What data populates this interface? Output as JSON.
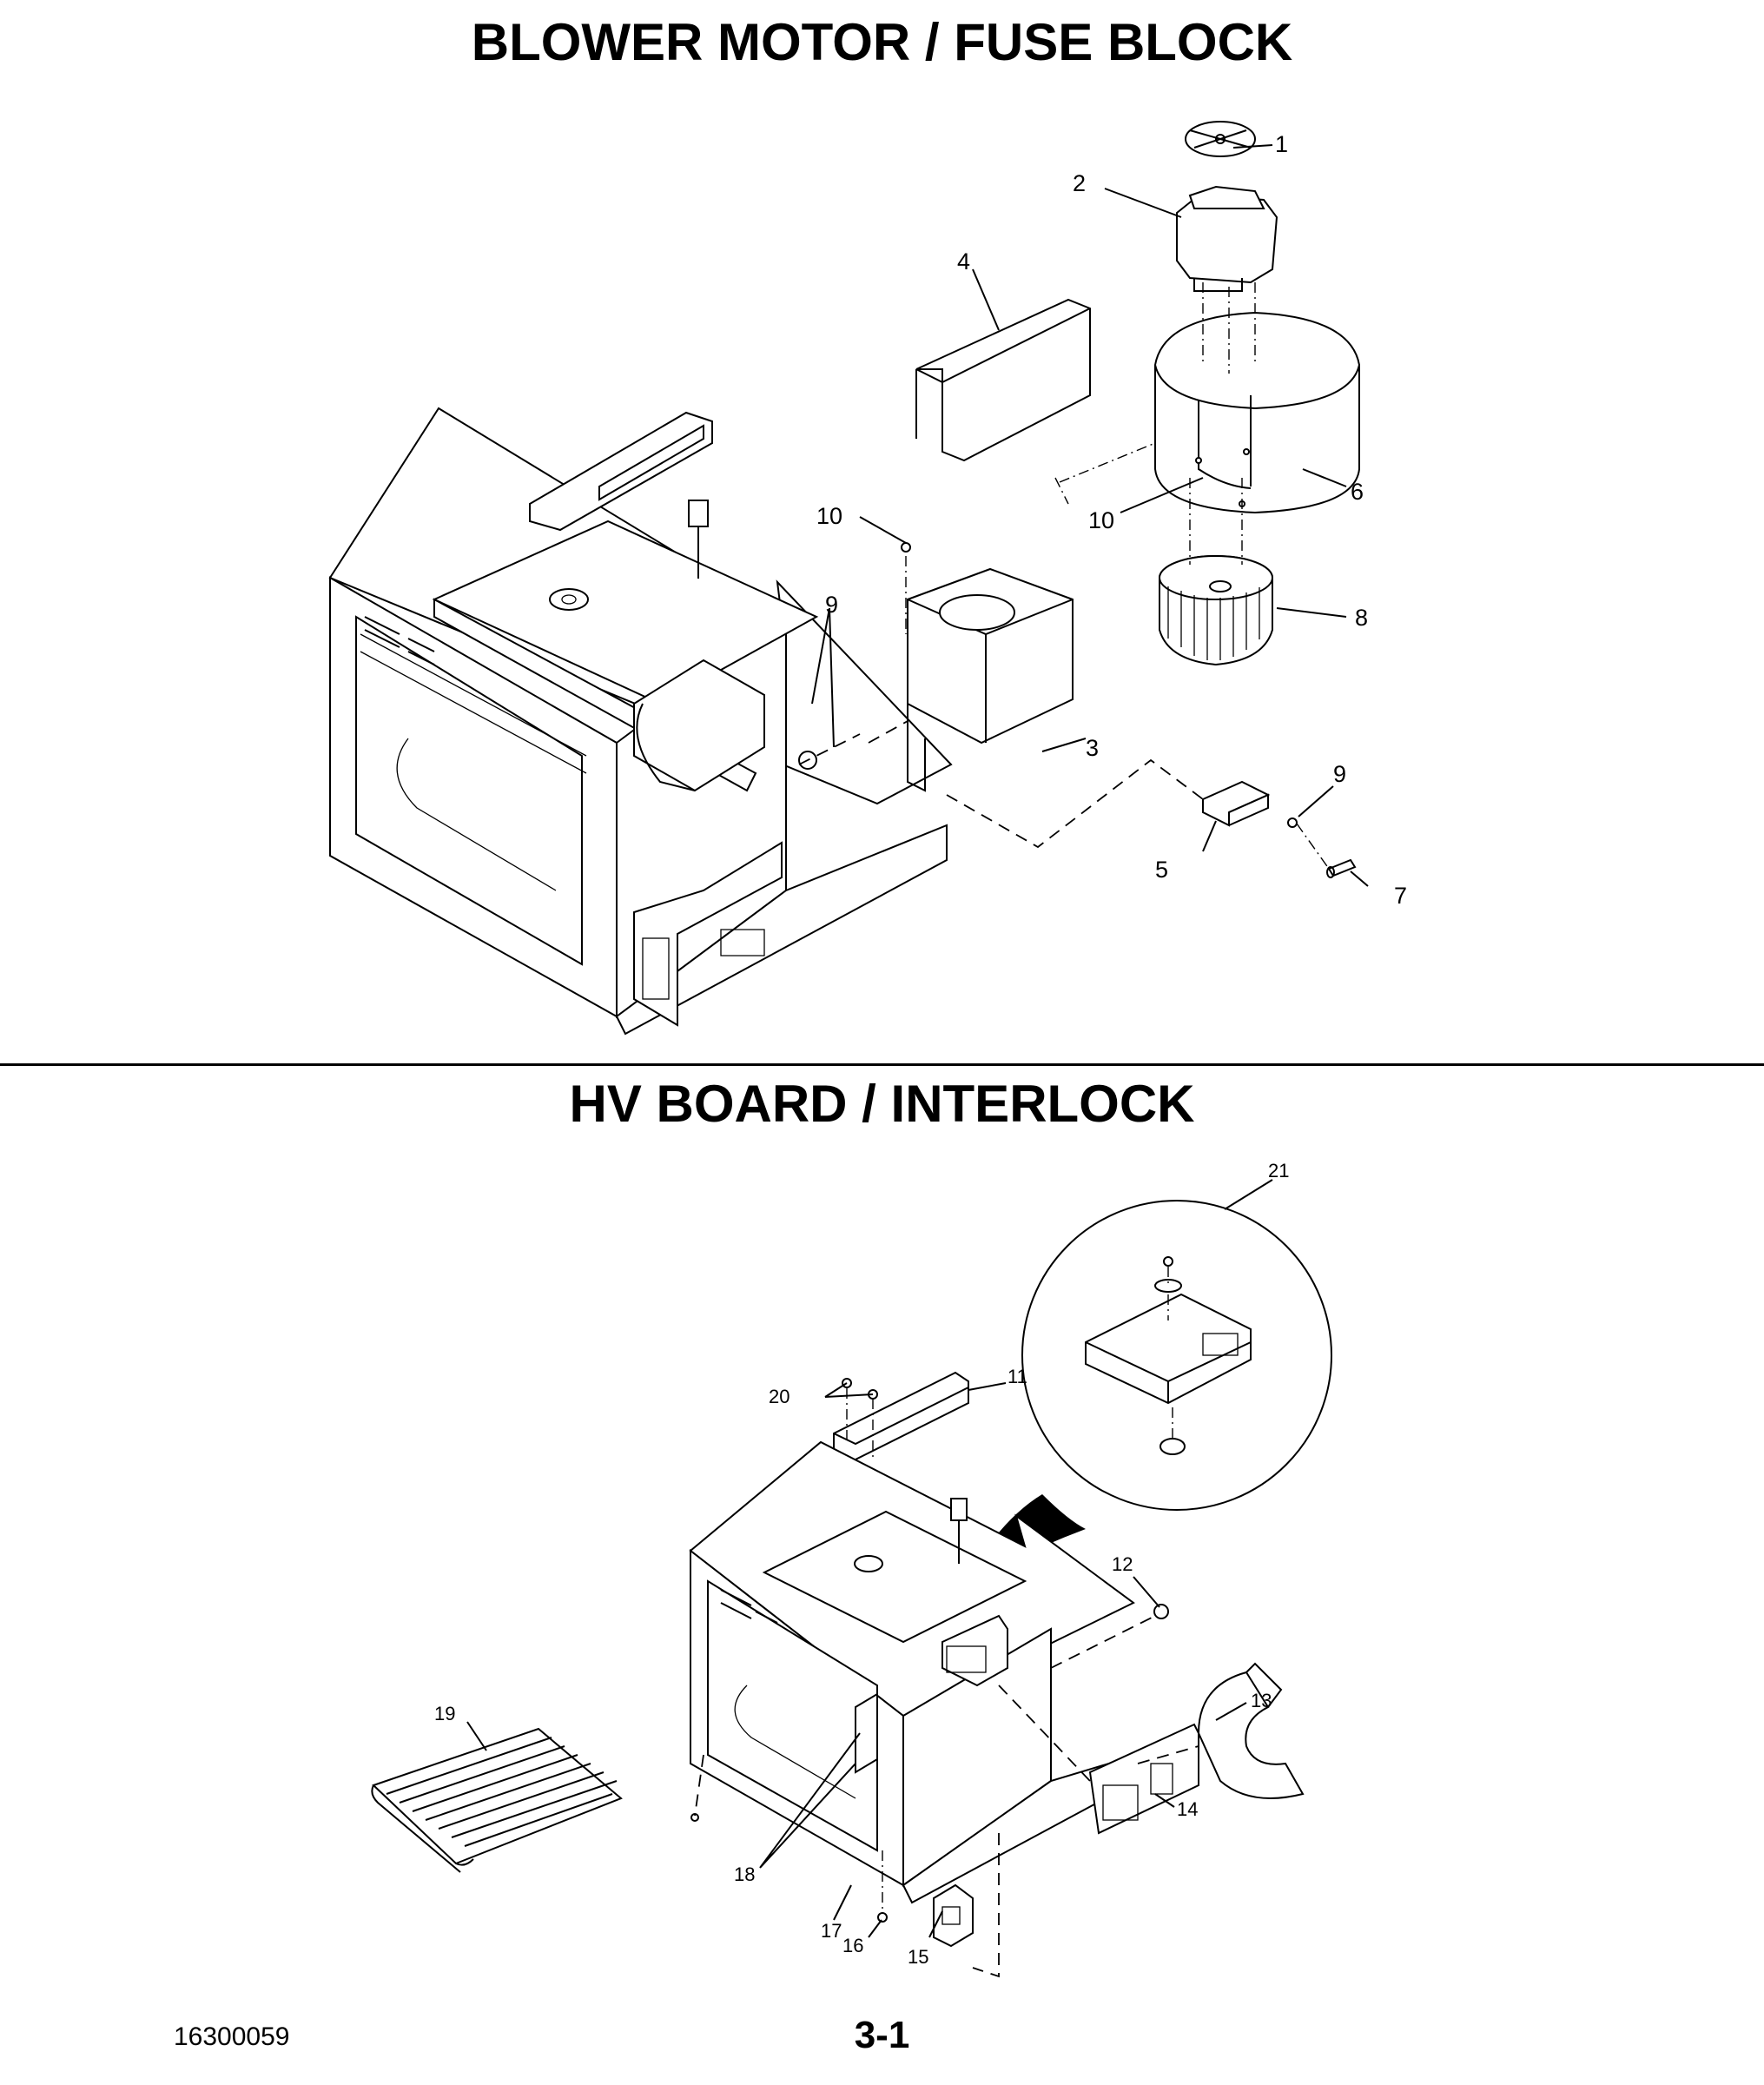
{
  "titles": {
    "top": "BLOWER MOTOR / FUSE BLOCK",
    "bottom": "HV BOARD / INTERLOCK"
  },
  "callouts_top": {
    "c1": "1",
    "c2": "2",
    "c3": "3",
    "c4": "4",
    "c5": "5",
    "c6": "6",
    "c7": "7",
    "c8": "8",
    "c9a": "9",
    "c9b": "9",
    "c10a": "10",
    "c10b": "10"
  },
  "callouts_bottom": {
    "c11": "11",
    "c12": "12",
    "c13": "13",
    "c14": "14",
    "c15": "15",
    "c16": "16",
    "c17": "17",
    "c18": "18",
    "c19": "19",
    "c20": "20",
    "c21": "21"
  },
  "footer": {
    "doc_number": "16300059",
    "page_number": "3-1"
  },
  "colors": {
    "ink": "#000000",
    "paper": "#ffffff"
  }
}
